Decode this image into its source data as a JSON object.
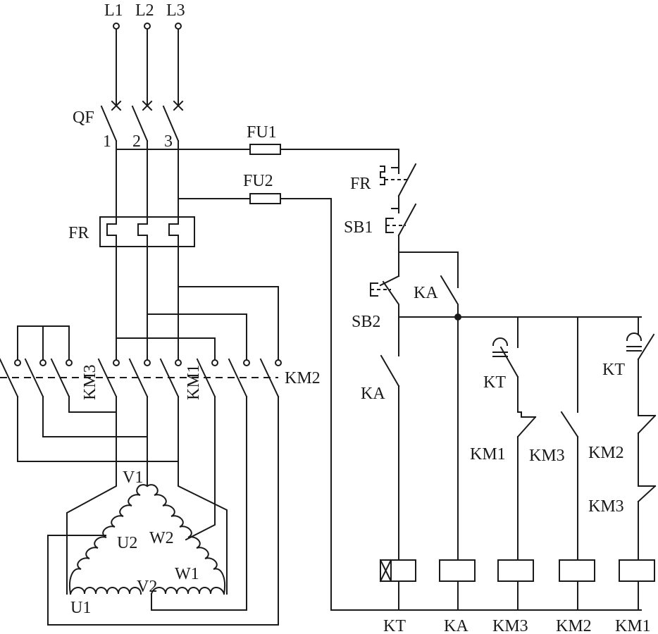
{
  "supply": {
    "l1": "L1",
    "l2": "L2",
    "l3": "L3"
  },
  "breaker": {
    "label": "QF",
    "pole1": "1",
    "pole2": "2",
    "pole3": "3"
  },
  "fuses": {
    "fu1": "FU1",
    "fu2": "FU2"
  },
  "overload": {
    "main_label": "FR",
    "contact_label": "FR"
  },
  "buttons": {
    "stop": "SB1",
    "start": "SB2"
  },
  "contactors": {
    "km1_main": "KM1",
    "km2_main": "KM2",
    "km3_main": "KM3"
  },
  "relay_contacts": {
    "ka_seal": "KA",
    "ka_no": "KA",
    "kt_contact_1": "KT",
    "kt_contact_2": "KT",
    "km1_contact": "KM1",
    "km3_contact": "KM3",
    "km2_contact": "KM2",
    "km3_interlock": "KM3"
  },
  "motor": {
    "v1": "V1",
    "u2": "U2",
    "w2": "W2",
    "w1": "W1",
    "v2": "V2",
    "u1": "U1"
  },
  "coils": [
    "KT",
    "KA",
    "KM3",
    "KM2",
    "KM1"
  ]
}
